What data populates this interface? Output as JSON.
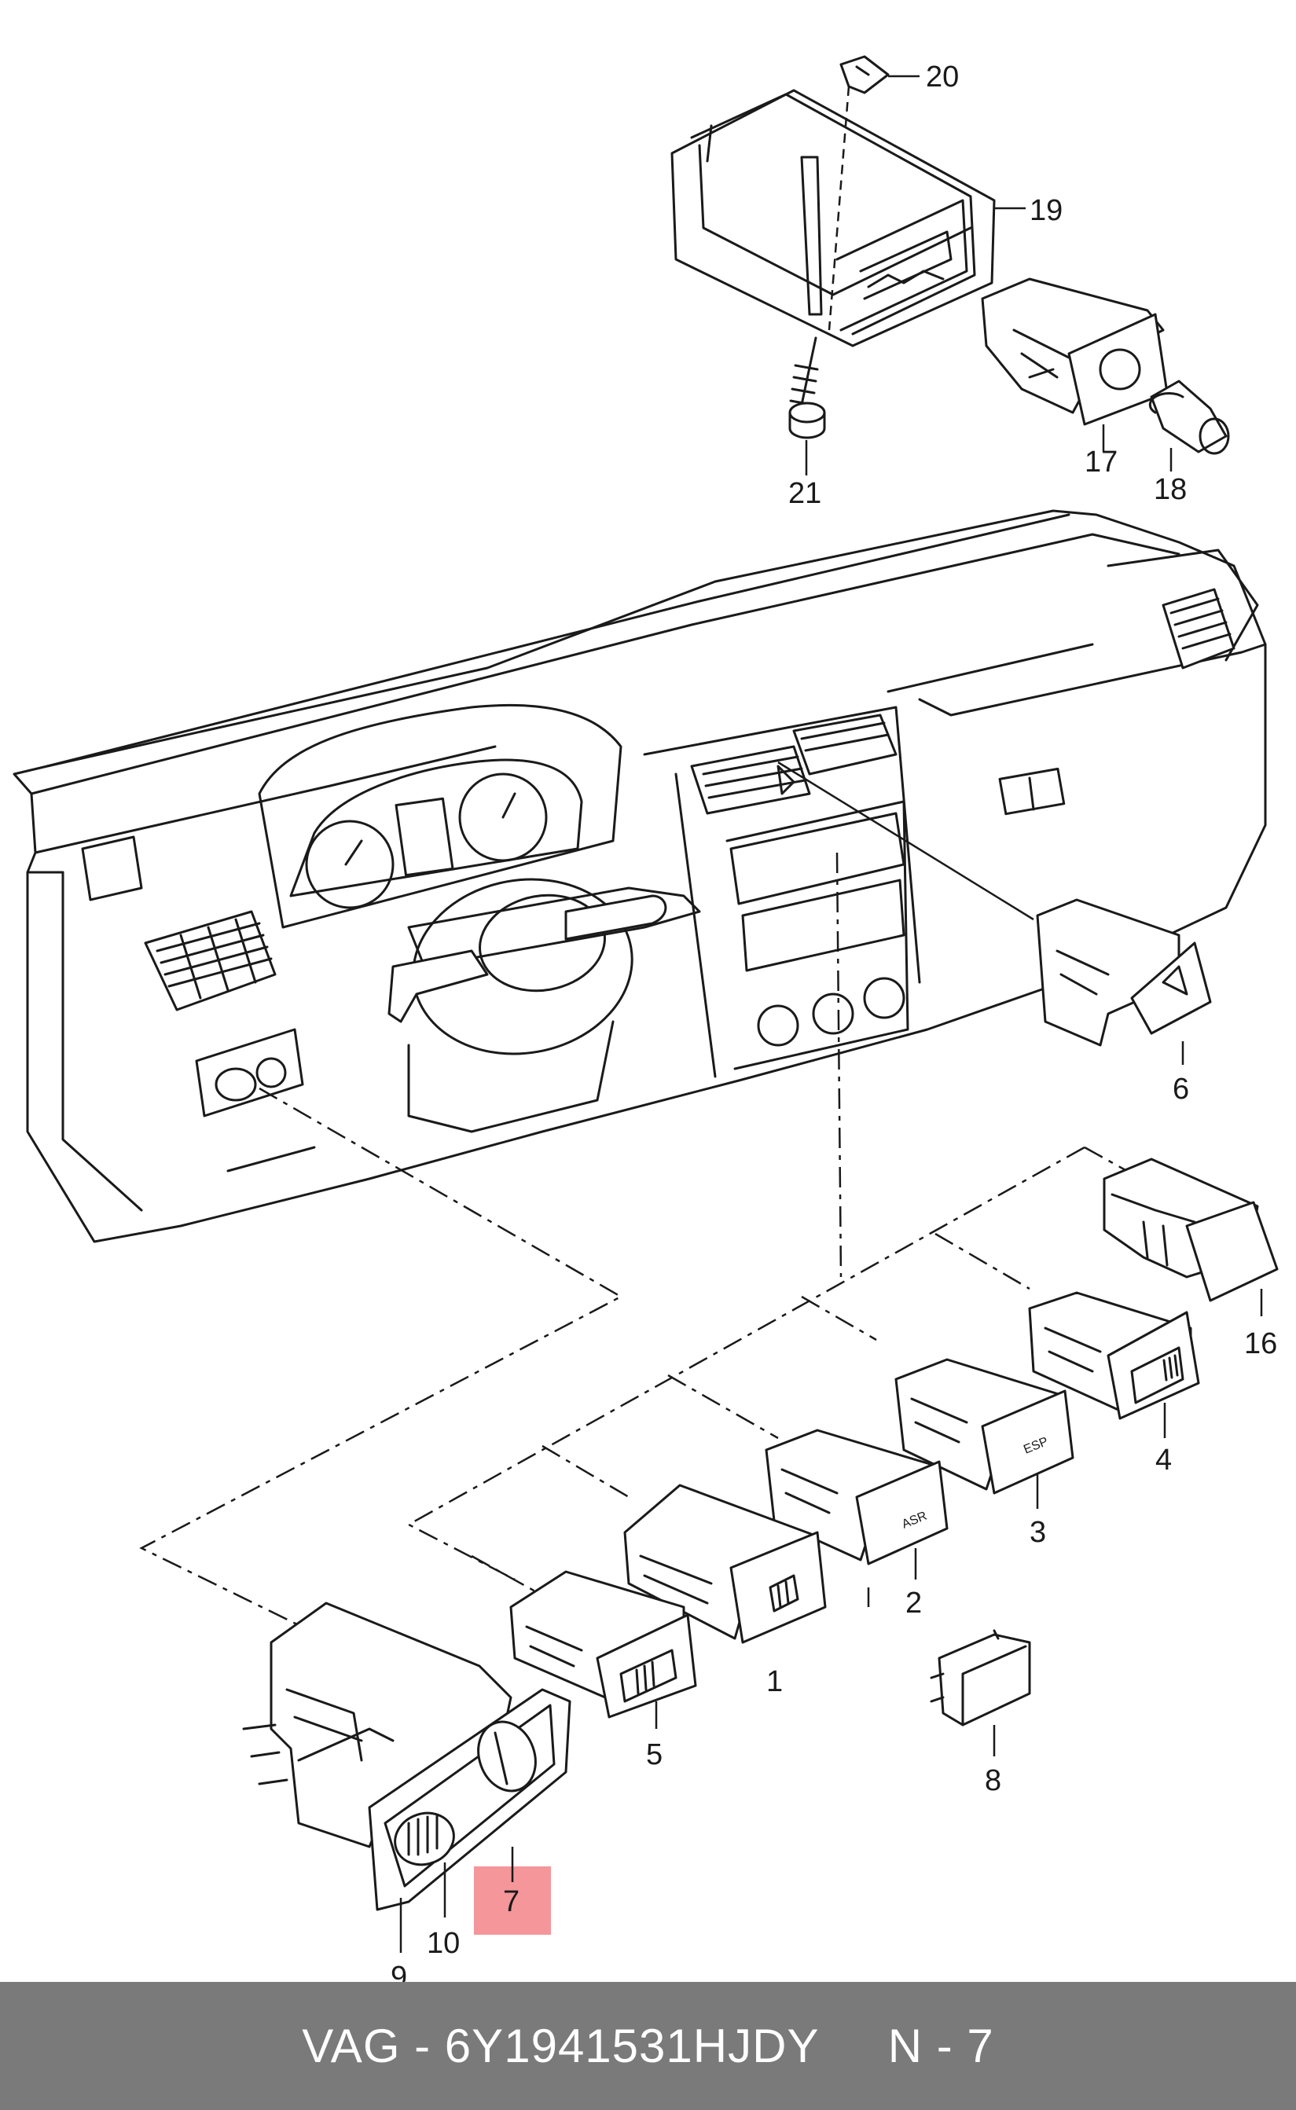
{
  "callouts": [
    {
      "id": "c20",
      "label": "20"
    },
    {
      "id": "c19",
      "label": "19"
    },
    {
      "id": "c21",
      "label": "21"
    },
    {
      "id": "c17",
      "label": "17"
    },
    {
      "id": "c18",
      "label": "18"
    },
    {
      "id": "c6",
      "label": "6"
    },
    {
      "id": "c16",
      "label": "16"
    },
    {
      "id": "c4",
      "label": "4"
    },
    {
      "id": "c3",
      "label": "3"
    },
    {
      "id": "c2",
      "label": "2"
    },
    {
      "id": "c1",
      "label": "1"
    },
    {
      "id": "c5",
      "label": "5"
    },
    {
      "id": "c8",
      "label": "8"
    },
    {
      "id": "c7",
      "label": "7"
    },
    {
      "id": "c9",
      "label": "9"
    },
    {
      "id": "c10",
      "label": "10"
    }
  ],
  "switch_markings": {
    "asr": "ASR",
    "esp": "ESP"
  },
  "highlight": {
    "part_number": "7",
    "color": "#f4969a"
  },
  "footer": {
    "text": "VAG - 6Y1941531HJDY     N - 7",
    "background": "#7a7a7a"
  }
}
